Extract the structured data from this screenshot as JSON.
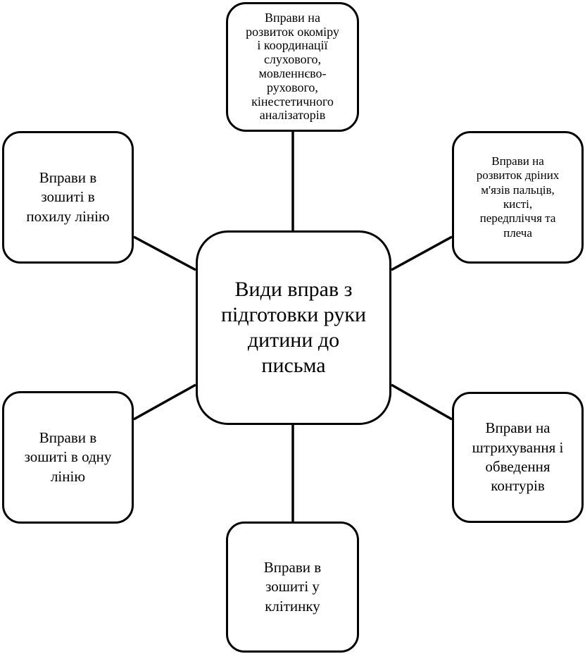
{
  "center": "Види вправ з\nпідготовки руки\nдитини до\nписьма",
  "nodes": {
    "top": "Вправи на\nрозвиток окоміру\nі координації\nслухового,\nмовленнєво-\nрухового,\nкінестетичного\nаналізаторів",
    "top_right": "Вправи на\nрозвиток дріних\nм'язів пальців,\nкисті,\nпередпліччя та\nплеча",
    "bottom_right": "Вправи на\nштрихування і\nобведення\nконтурів",
    "bottom": "Вправи в\nзошиті у\nклітинку",
    "bottom_left": "Вправи в\nзошиті в одну\nлінію",
    "top_left": "Вправи в\nзошиті в\nпохилу лінію"
  }
}
